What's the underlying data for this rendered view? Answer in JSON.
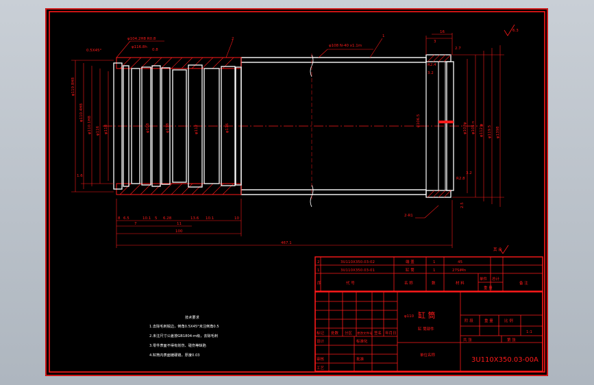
{
  "colors": {
    "background": "#000000",
    "frame": "#ff1a1a",
    "part": "#ffffff",
    "viewport": "#b8c0c8"
  },
  "drawing": {
    "balloons": [
      "2",
      "1"
    ],
    "dims_top": [
      "0.5X45°",
      "φ104.2H8 R0.8",
      "φ116.8h",
      "0.8",
      "φ108 N-40 x1.1m",
      "16",
      "3",
      "2.7",
      "3.2"
    ],
    "dims_left": [
      "φ119.8H8",
      "φ110.4H8",
      "φ110.1H8",
      "φ116",
      "φ118",
      "1.6"
    ],
    "dims_inner": [
      "φ108",
      "φ118",
      "φ112",
      "φ116",
      "φ106.5"
    ],
    "dims_right": [
      "φ107φ",
      "φ105 n",
      "φ112 φ",
      "φ119.5",
      "φ1398"
    ],
    "dims_bottom": [
      "8",
      "6.5",
      "7",
      "10.1",
      "5",
      "6.28",
      "11",
      "13.6",
      "10.1",
      "10",
      "100",
      "467.1",
      "2-R1",
      "3.2",
      "R2.8",
      "R2.4",
      "2.5"
    ],
    "roughness": "6.3",
    "roughness_other": "其 余"
  },
  "notes": {
    "title": "技术要求",
    "lines": [
      "1.去除毛刺锐边，倒角0.5X45°未注倒角0.5",
      "2.未注尺寸公差按GB1804-m级，去除毛刺",
      "3.零件表面不得有划伤、碰伤等缺陷",
      "4.缸筒内表面镀硬铬，厚度0.03"
    ]
  },
  "title_block": {
    "parts_rows": [
      {
        "no": "2",
        "code": "3U110X350.03-02",
        "name": "端 盖",
        "qty": "1",
        "material": "45",
        "note": ""
      },
      {
        "no": "1",
        "code": "3U110X350.03-01",
        "name": "缸 筒",
        "qty": "1",
        "material": "27SiMn",
        "note": ""
      }
    ],
    "parts_header": {
      "no": "序",
      "code": "代 号",
      "name": "名 称",
      "qty": "数",
      "material": "材 料",
      "unit": "单件",
      "total": "总计",
      "weight": "重 量",
      "note": "备 注"
    },
    "name": "缸 筒",
    "name_prefix": "φ110",
    "sub_name": "缸 筒部件",
    "stage": "阶 段",
    "weight": "重 量",
    "scale": "比 例",
    "scale_value": "1:1",
    "sheets": "共 张",
    "sheet": "第 张",
    "drawing_no": "3U110X350.03-00A",
    "sig": [
      "标记",
      "处数",
      "分区",
      "更改文件号",
      "签名",
      "年月日"
    ],
    "roles": [
      "设计",
      "审核",
      "工艺"
    ],
    "std": "标准化",
    "approve": "批准",
    "company": "单位名称"
  }
}
